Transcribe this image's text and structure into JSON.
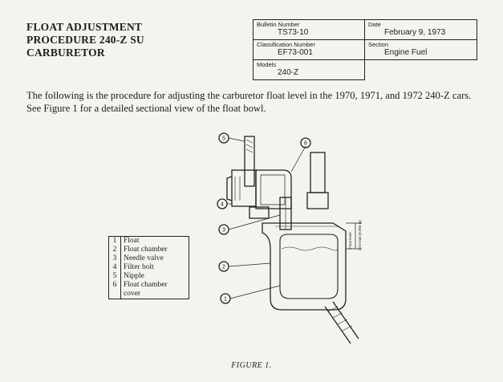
{
  "title_lines": [
    "FLOAT ADJUSTMENT",
    "PROCEDURE 240-Z SU",
    "CARBURETOR"
  ],
  "bulletin": {
    "bulletin_number_label": "Bulletin Number",
    "bulletin_number": "TS73-10",
    "date_label": "Date",
    "date": "February 9, 1973",
    "classification_label": "Classification Number",
    "classification": "EF73-001",
    "section_label": "Section",
    "section": "Engine Fuel",
    "models_label": "Models",
    "models": "240-Z"
  },
  "intro": "The following is the procedure for adjusting the carburetor float level in the 1970, 1971, and 1972 240-Z cars. See Figure 1 for a detailed sectional view of the float bowl.",
  "figure": {
    "callouts": [
      "5",
      "6",
      "4",
      "3",
      "2",
      "1"
    ],
    "float_level_label": "Float level",
    "float_level_value": "23.0 mm (0.906 in)"
  },
  "legend": [
    {
      "num": "1",
      "label": "Float"
    },
    {
      "num": "2",
      "label": "Float chamber"
    },
    {
      "num": "3",
      "label": "Needle valve"
    },
    {
      "num": "4",
      "label": "Filter bolt"
    },
    {
      "num": "5",
      "label": "Nipple"
    },
    {
      "num": "6",
      "label": "Float chamber cover"
    }
  ],
  "caption": "FIGURE 1."
}
